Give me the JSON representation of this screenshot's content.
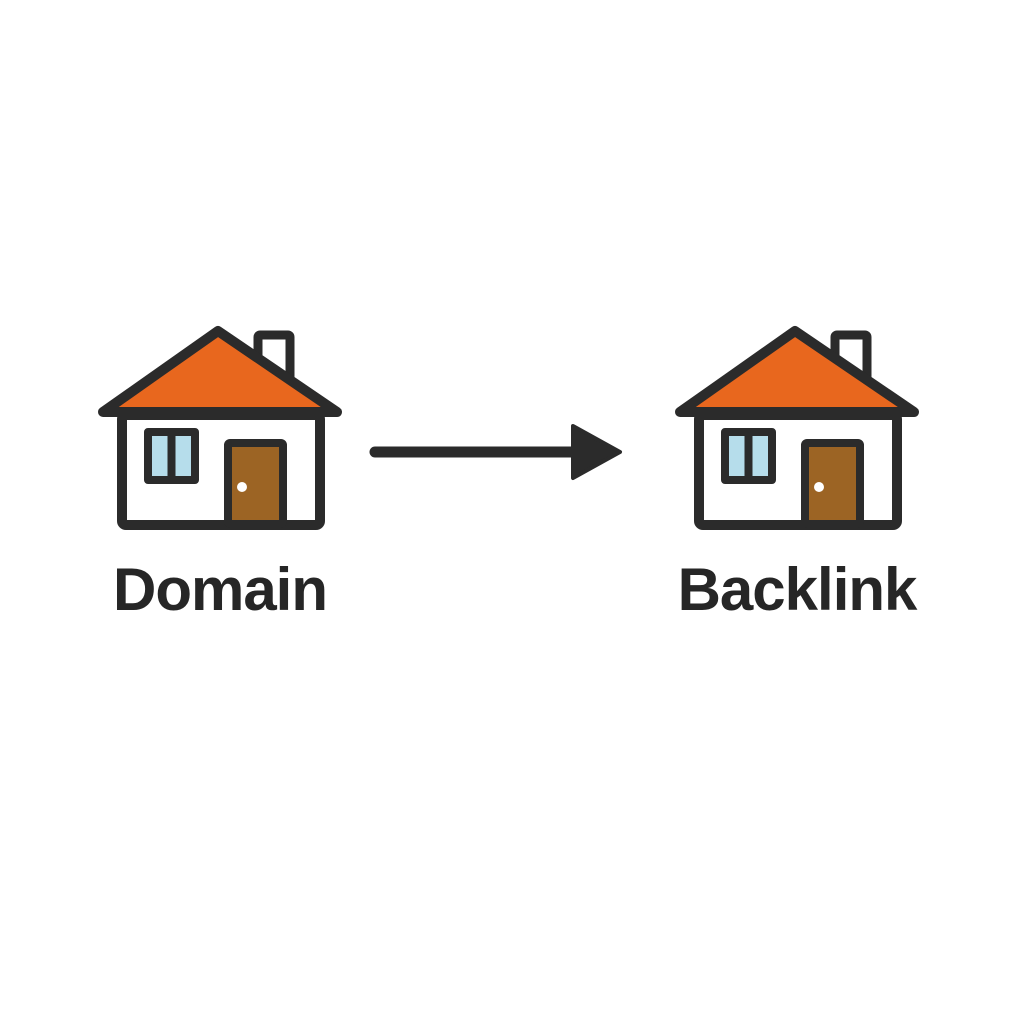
{
  "diagram": {
    "nodes": [
      {
        "id": "domain",
        "label": "Domain",
        "icon": "house-icon"
      },
      {
        "id": "backlink",
        "label": "Backlink",
        "icon": "house-icon"
      }
    ],
    "connector": {
      "type": "arrow",
      "direction": "right",
      "from": "domain",
      "to": "backlink"
    }
  },
  "colors": {
    "outline": "#2b2b2b",
    "roof": "#e8671e",
    "wall": "#ffffff",
    "window": "#b6ddeb",
    "door": "#9c6424",
    "knob": "#ffffff",
    "arrow": "#2b2b2b",
    "label_text": "#262626"
  }
}
